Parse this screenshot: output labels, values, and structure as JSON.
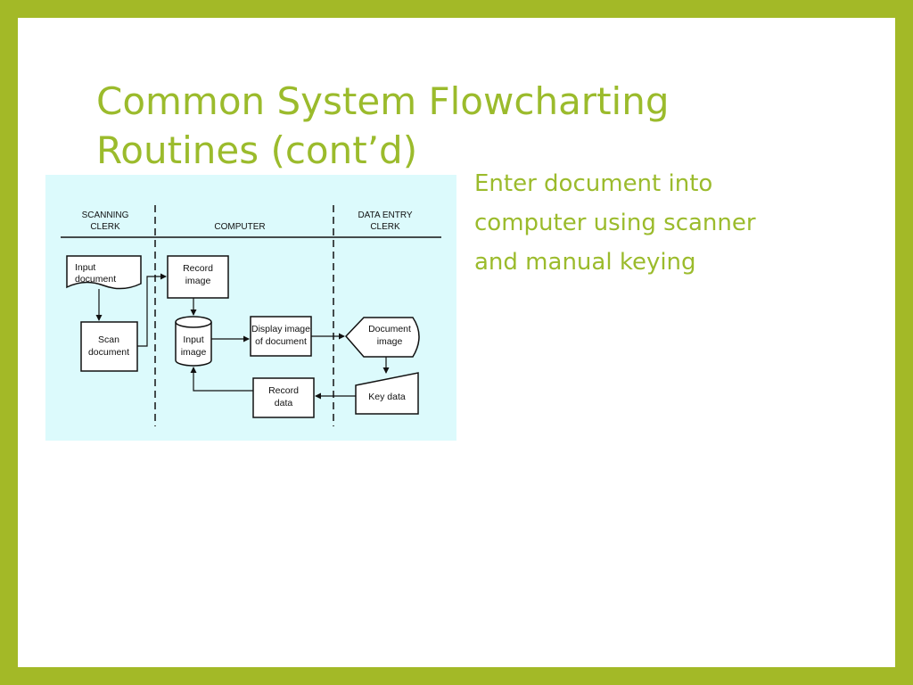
{
  "slide": {
    "title_lines": [
      "Common System Flowcharting",
      "Routines (cont’d)"
    ],
    "body_lines": [
      "Enter document into",
      "computer using scanner",
      "and manual keying"
    ]
  },
  "diagram": {
    "background": "#dcfafc",
    "lanes": {
      "scanning_clerk": [
        "SCANNING",
        "CLERK"
      ],
      "computer": [
        "COMPUTER"
      ],
      "data_entry_clerk": [
        "DATA ENTRY",
        "CLERK"
      ]
    },
    "nodes": {
      "input_document": [
        "Input",
        "document"
      ],
      "scan_document": [
        "Scan",
        "document"
      ],
      "record_image": [
        "Record",
        "image"
      ],
      "input_image": [
        "Input",
        "image"
      ],
      "display_image": [
        "Display image",
        "of document"
      ],
      "document_image": [
        "Document",
        "image"
      ],
      "key_data": [
        "Key data"
      ],
      "record_data": [
        "Record",
        "data"
      ]
    }
  },
  "colors": {
    "frame": "#a3b927",
    "accent_text": "#9bbb2c"
  }
}
